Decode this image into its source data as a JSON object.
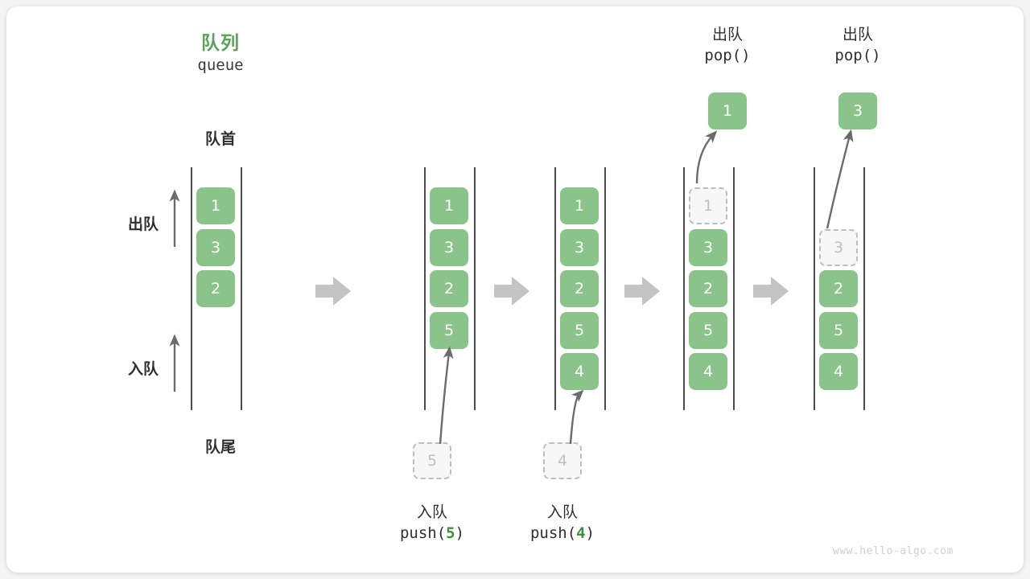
{
  "meta": {
    "watermark": "www.hello-algo.com"
  },
  "header": {
    "title_cn": "队列",
    "title_en": "queue",
    "title_color": "#59a257"
  },
  "labels": {
    "front": "队首",
    "rear": "队尾",
    "dequeue_arrow": "出队",
    "enqueue_arrow": "入队"
  },
  "stages": [
    {
      "id": "initial",
      "items": [
        "1",
        "3",
        "2"
      ],
      "ghost_index": -1,
      "offset_slots": 0,
      "op_cn": "",
      "op_code_prefix": "",
      "op_code_value": "",
      "op_code_suffix": "",
      "incoming_ghost": "",
      "popped": ""
    },
    {
      "id": "push-5",
      "items": [
        "1",
        "3",
        "2",
        "5"
      ],
      "ghost_index": -1,
      "offset_slots": 0,
      "op_cn": "入队",
      "op_code_prefix": "push(",
      "op_code_value": "5",
      "op_code_suffix": ")",
      "incoming_ghost": "5",
      "popped": ""
    },
    {
      "id": "push-4",
      "items": [
        "1",
        "3",
        "2",
        "5",
        "4"
      ],
      "ghost_index": -1,
      "offset_slots": 0,
      "op_cn": "入队",
      "op_code_prefix": "push(",
      "op_code_value": "4",
      "op_code_suffix": ")",
      "incoming_ghost": "4",
      "popped": ""
    },
    {
      "id": "pop-1",
      "items": [
        "1",
        "3",
        "2",
        "5",
        "4"
      ],
      "ghost_index": 0,
      "offset_slots": 0,
      "op_cn": "出队",
      "op_code_prefix": "pop(",
      "op_code_value": "",
      "op_code_suffix": ")",
      "incoming_ghost": "",
      "popped": "1"
    },
    {
      "id": "pop-3",
      "items": [
        "3",
        "2",
        "5",
        "4"
      ],
      "ghost_index": 0,
      "offset_slots": 1,
      "op_cn": "出队",
      "op_code_prefix": "pop(",
      "op_code_value": "",
      "op_code_suffix": ")",
      "incoming_ghost": "",
      "popped": "3"
    }
  ],
  "colors": {
    "element": "#8bc48a",
    "ghost_fill": "#f7f7f7",
    "ghost_border": "#bdbdbd",
    "rail": "#4d4d4d",
    "step_arrow": "#c4c4c4",
    "thin_arrow": "#6b6b6b"
  },
  "step_arrows": [
    {
      "from": "initial",
      "to": "push-5"
    },
    {
      "from": "push-5",
      "to": "push-4"
    },
    {
      "from": "push-4",
      "to": "pop-1"
    },
    {
      "from": "pop-1",
      "to": "pop-3"
    }
  ]
}
